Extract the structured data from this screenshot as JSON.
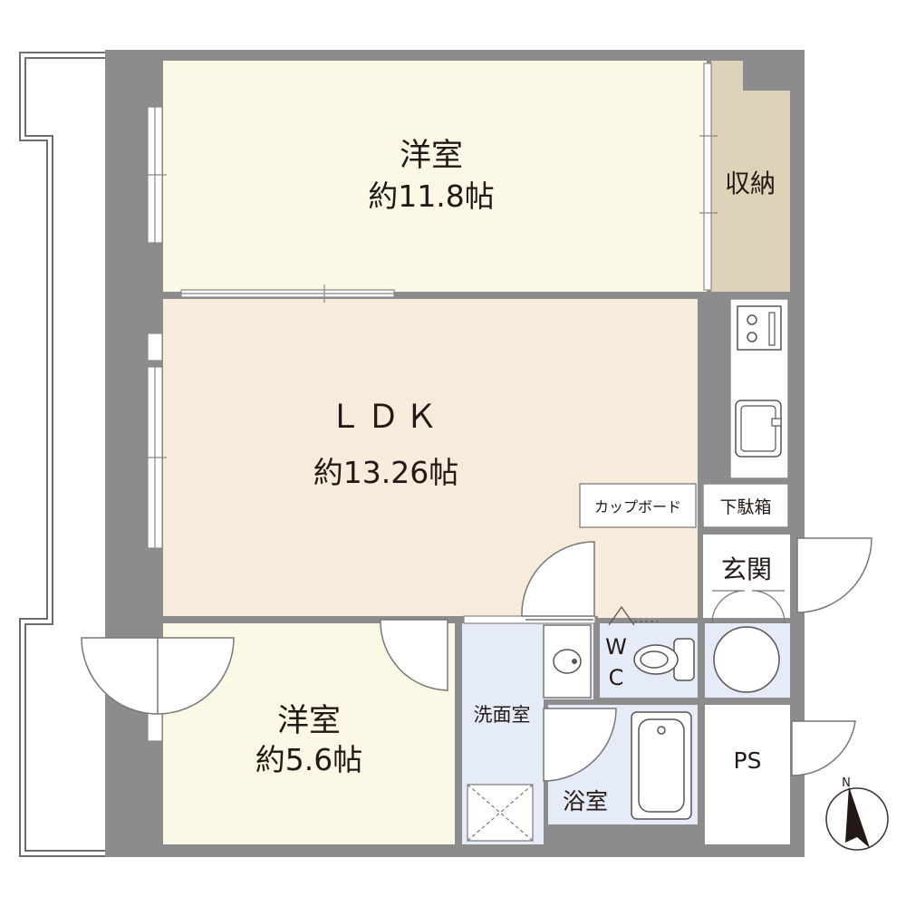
{
  "floorplan": {
    "rooms": {
      "western_room_1": {
        "name": "洋室",
        "area": "約11.8帖"
      },
      "storage": {
        "name": "収納"
      },
      "ldk": {
        "name": "ＬＤＫ",
        "area": "約13.26帖"
      },
      "cupboard": {
        "name": "カップボード"
      },
      "shoe_box": {
        "name": "下駄箱"
      },
      "entrance": {
        "name": "玄関"
      },
      "toilet": {
        "name_line1": "W",
        "name_line2": "C"
      },
      "washroom": {
        "name": "洗面室"
      },
      "bathroom": {
        "name": "浴室"
      },
      "western_room_2": {
        "name": "洋室",
        "area": "約5.6帖"
      },
      "pipe_space": {
        "name": "PS"
      }
    },
    "compass": {
      "label": "N"
    },
    "colors": {
      "wall": "#8c8c8c",
      "western_room": "#fbf8e6",
      "ldk": "#f7ebdc",
      "storage": "#dcd3b9",
      "wet_area": "#e6ecf7",
      "white": "#ffffff"
    }
  }
}
